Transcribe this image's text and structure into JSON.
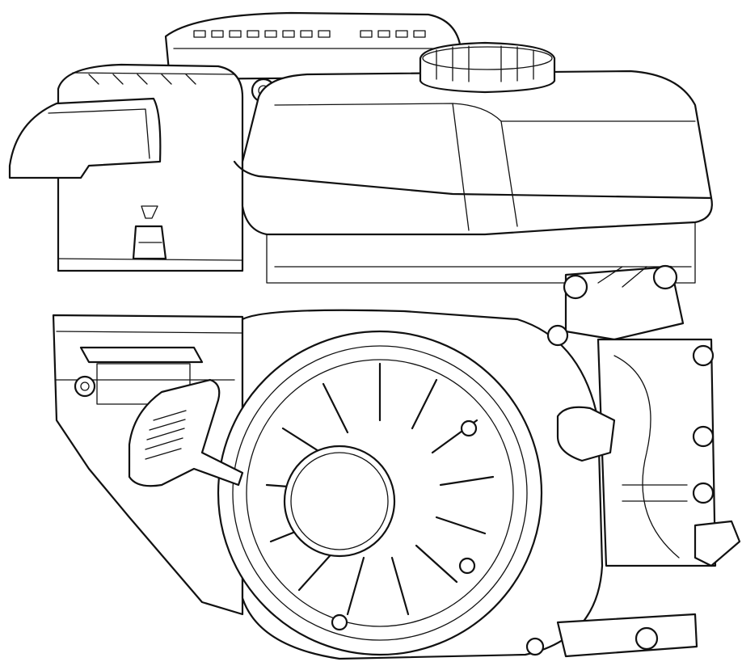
{
  "figure": {
    "subject": "small-engine-line-drawing",
    "stroke_color": "#111111",
    "background_color": "#ffffff"
  },
  "parts": {
    "fuel_tank": "fuel-tank",
    "fuel_cap": "fuel-cap",
    "air_cleaner": "air-cleaner-housing",
    "muffler_cover": "muffler-heat-shield",
    "recoil_starter": "recoil-starter-cover",
    "starter_handle": "starter-pull-handle",
    "crankcase": "crankcase-block",
    "governor_linkage": "governor-throttle-linkage",
    "oil_drain": "oil-drain-plug"
  }
}
